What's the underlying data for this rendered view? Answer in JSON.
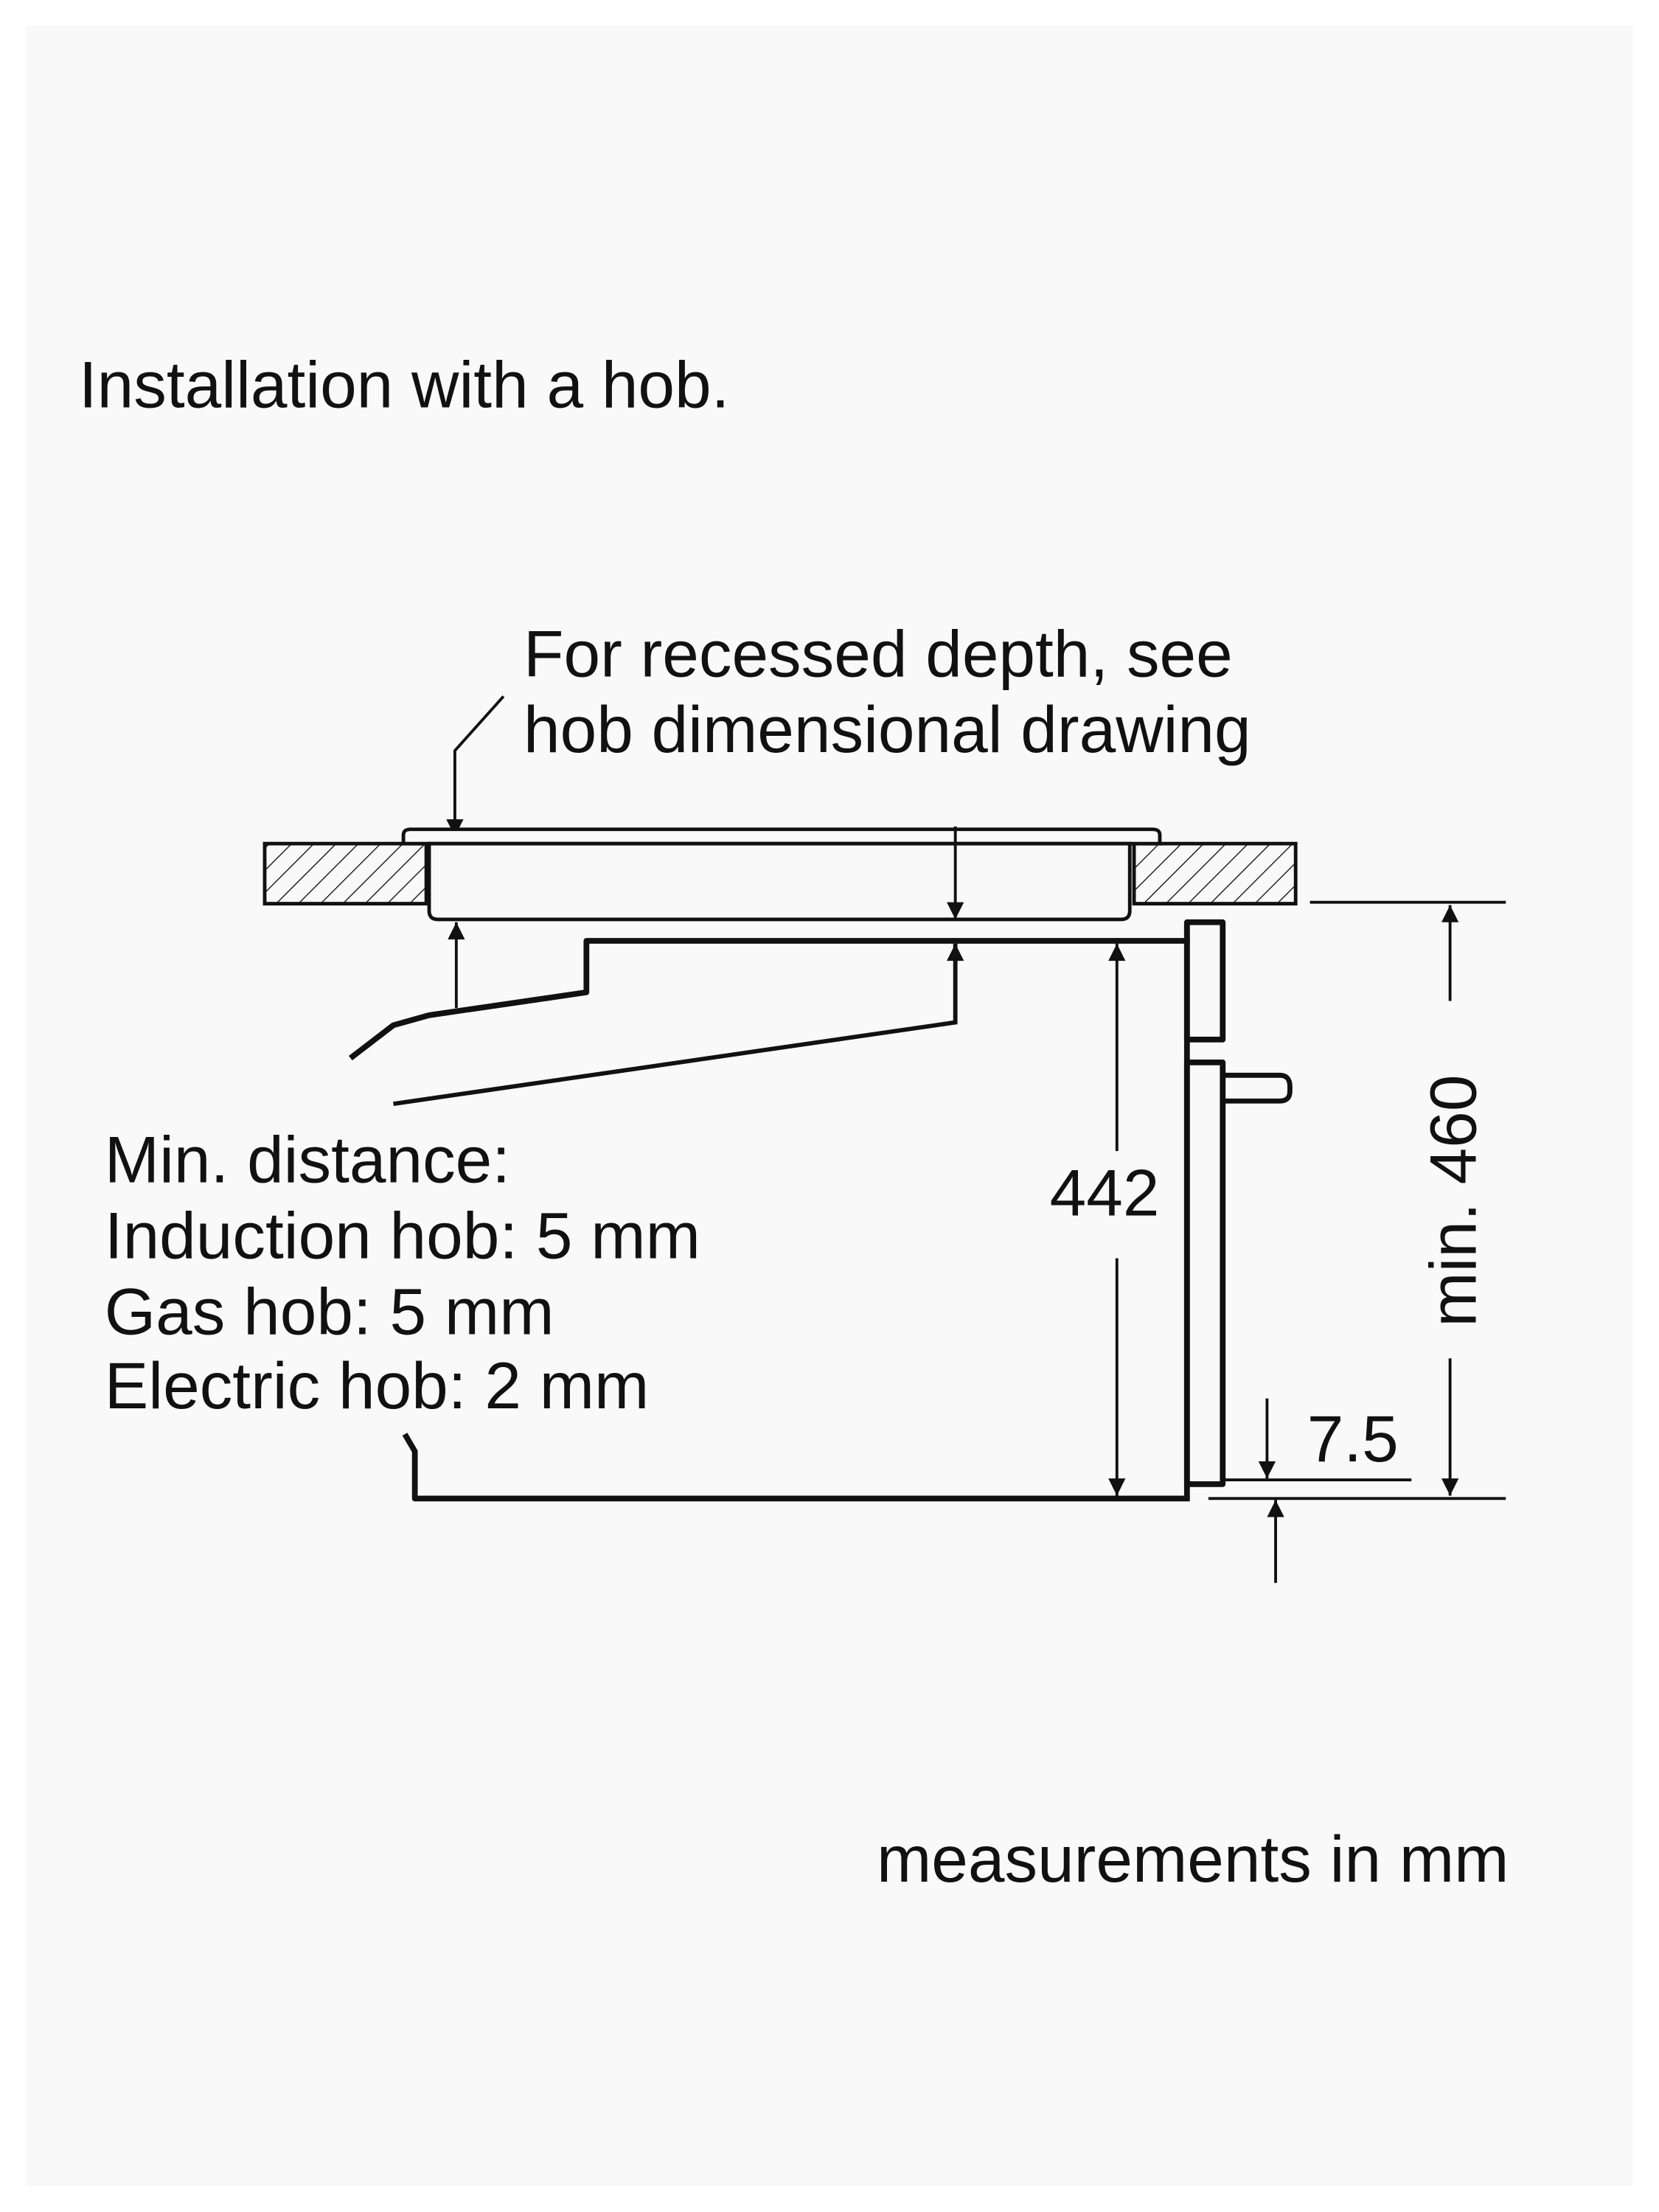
{
  "title": "Installation with a hob.",
  "callout": {
    "line1": "For recessed depth, see",
    "line2": "hob dimensional drawing"
  },
  "min_distance": {
    "heading": "Min. distance:",
    "induction": "Induction hob: 5 mm",
    "gas": "Gas hob: 5 mm",
    "electric": "Electric hob: 2 mm"
  },
  "dimensions": {
    "oven_height": "442",
    "cutout_height": "min. 460",
    "offset": "7.5"
  },
  "footer": "measurements in mm"
}
